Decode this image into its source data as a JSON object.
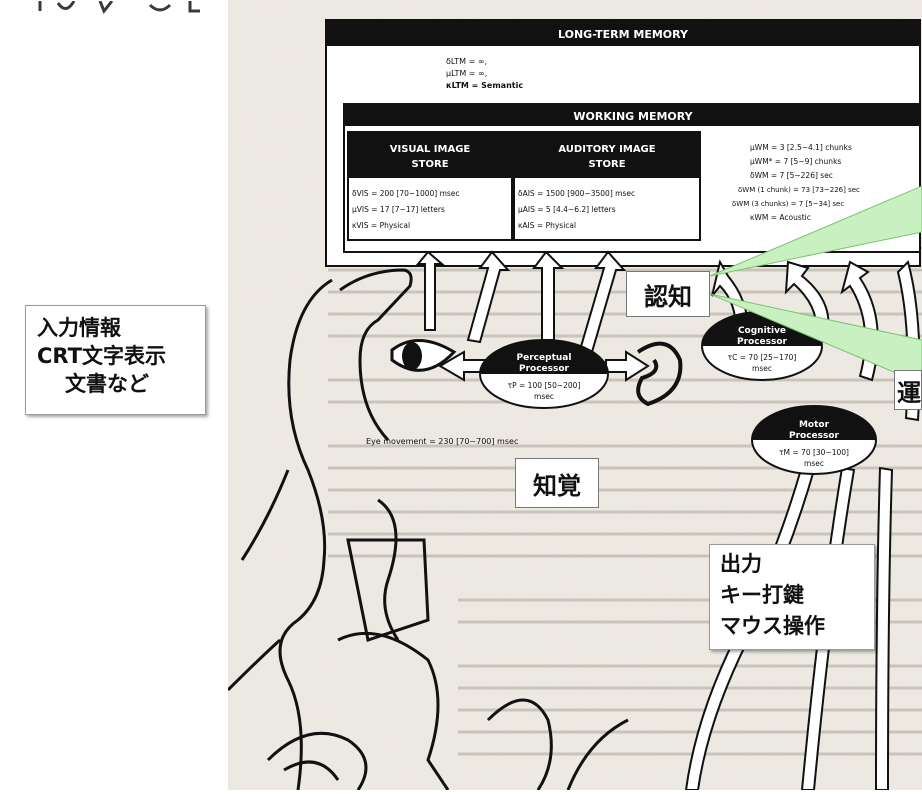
{
  "slide": {
    "input_callout": {
      "lines": [
        "入力情報",
        "CRT文字表示",
        "文書など"
      ]
    },
    "output_callout": {
      "lines": [
        "出力",
        "キー打鍵",
        "マウス操作"
      ]
    },
    "label_perception": "知覚",
    "label_cognition": "認知",
    "label_partial": "運"
  },
  "figure": {
    "ltm": {
      "title": "LONG-TERM MEMORY",
      "params": [
        "δLTM = ∞,",
        "μLTM = ∞,",
        "κLTM = Semantic"
      ]
    },
    "wm": {
      "title": "WORKING MEMORY",
      "params": [
        "μWM = 3 [2.5~4.1] chunks",
        "μWM* = 7 [5~9] chunks",
        "δWM = 7 [5~226] sec",
        "δWM (1 chunk) = 73 [73~226] sec",
        "δWM (3 chunks) = 7 [5~34] sec",
        "κWM = Acoustic"
      ]
    },
    "vis": {
      "title_line1": "VISUAL IMAGE",
      "title_line2": "STORE",
      "params": [
        "δVIS = 200 [70~1000] msec",
        "μVIS = 17 [7~17] letters",
        "κVIS = Physical"
      ]
    },
    "ais": {
      "title_line1": "AUDITORY IMAGE",
      "title_line2": "STORE",
      "params": [
        "δAIS = 1500 [900~3500] msec",
        "μAIS = 5 [4.4~6.2] letters",
        "κAIS = Physical"
      ]
    },
    "perceptual": {
      "name_line1": "Perceptual",
      "name_line2": "Processor",
      "time_line1": "τP = 100 [50~200]",
      "time_line2": "msec"
    },
    "cognitive": {
      "name_line1": "Cognitive",
      "name_line2": "Processor",
      "time_line1": "τC = 70 [25~170]",
      "time_line2": "msec"
    },
    "motor": {
      "name_line1": "Motor",
      "name_line2": "Processor",
      "time_line1": "τM = 70 [30~100]",
      "time_line2": "msec"
    },
    "eye_movement": "Eye movement = 230 [70~700] msec"
  }
}
